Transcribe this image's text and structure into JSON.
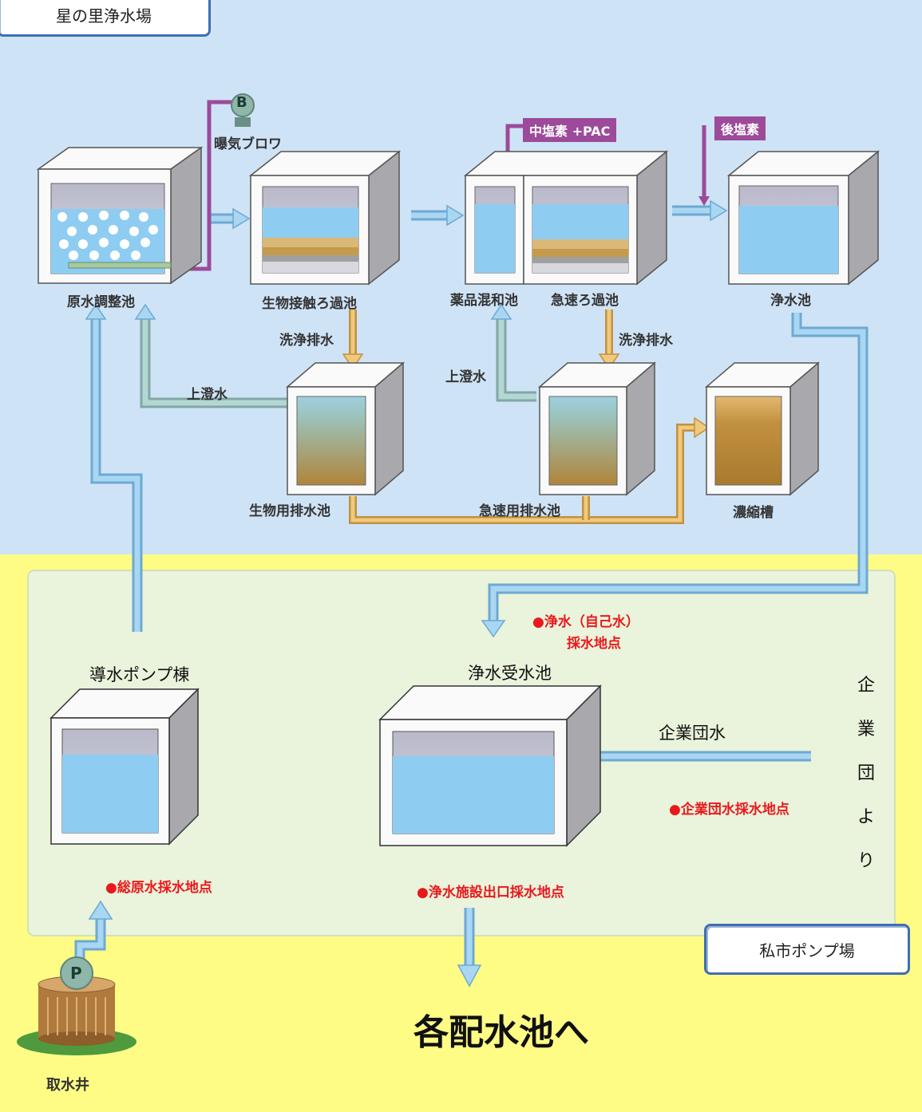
{
  "titles": {
    "plant": "星の里浄水場",
    "pump_station": "私市ポンプ場",
    "destination": "各配水池へ"
  },
  "labels": {
    "blower": "曝気ブロワ",
    "raw_adjust": "原水調整池",
    "bio_filter": "生物接触ろ過池",
    "chem_mix": "薬品混和池",
    "rapid_filter": "急速ろ過池",
    "clear_tank": "浄水池",
    "wash1": "洗浄排水",
    "wash2": "洗浄排水",
    "supernatant1": "上澄水",
    "supernatant2": "上澄水",
    "bio_drain": "生物用排水池",
    "rapid_drain": "急速用排水池",
    "thickener": "濃縮槽",
    "intake_pump": "導水ポンプ棟",
    "receiving": "浄水受水池",
    "corp_water": "企業団水",
    "intake_well": "取水井",
    "corp_vertical": [
      "企",
      "業",
      "団",
      "よ",
      "り"
    ],
    "blower_symbol": "B",
    "pump_symbol": "P"
  },
  "chemicals": {
    "pre": "中塩素 +PAC",
    "post": "後塩素"
  },
  "sampling": {
    "clear_self_1": "●浄水（自己水）",
    "clear_self_2": "採水地点",
    "corp": "●企業団水採水地点",
    "raw": "●総原水採水地点",
    "outlet": "●浄水施設出口採水地点"
  },
  "colors": {
    "top_bg": "#cfe3f6",
    "bottom_bg": "#fffc86",
    "panel_bg": "#eaf3db",
    "water": "#8ecdf1",
    "sludge": "#b88a3c",
    "pipe_blue": "#8ec3e6",
    "pipe_orange": "#e3b56a",
    "purple": "#9c4a99",
    "red_text": "#e8191d"
  }
}
